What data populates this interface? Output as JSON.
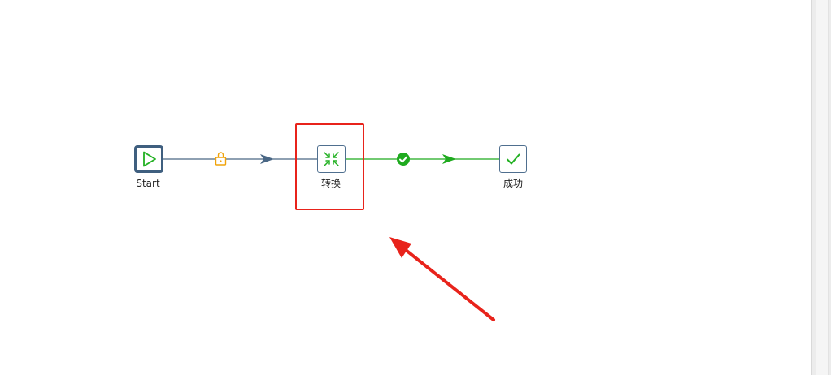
{
  "workflow": {
    "nodes": [
      {
        "id": "start",
        "label": "Start",
        "icon": "play-triangle-icon"
      },
      {
        "id": "transform",
        "label": "转换",
        "icon": "transform-arrows-icon"
      },
      {
        "id": "success",
        "label": "成功",
        "icon": "checkmark-icon"
      }
    ],
    "hops": [
      {
        "from": "start",
        "to": "transform",
        "condition": "unconditional",
        "icon": "lock-icon"
      },
      {
        "from": "transform",
        "to": "success",
        "condition": "on-success",
        "icon": "check-circle-icon"
      }
    ],
    "highlighted_node": "transform"
  },
  "colors": {
    "hop_unconditional": "#4a6785",
    "hop_success": "#1faa1f",
    "lock": "#f0a30a",
    "highlight": "#e8231b",
    "annotation_arrow": "#e8231b",
    "node_border": "#3f5f7f"
  }
}
